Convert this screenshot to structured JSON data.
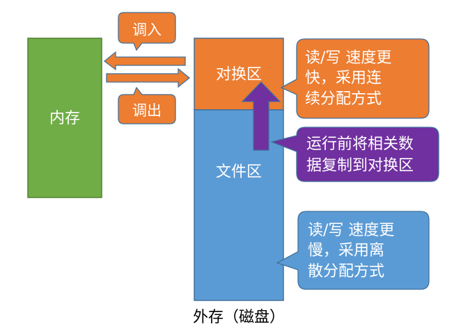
{
  "diagram": {
    "memory_label": "内存",
    "swap_label": "对换区",
    "file_label": "文件区",
    "disk_caption": "外存（磁盘）",
    "swap_in_label": "调入",
    "swap_out_label": "调出",
    "callout_swap": [
      "读/写 速度更",
      "快，采用连",
      "续分配方式"
    ],
    "callout_copy": [
      "运行前将相关数",
      "据复制到对换区"
    ],
    "callout_file": [
      "读/写 速度更",
      "慢，采用离",
      "散分配方式"
    ]
  },
  "colors": {
    "memory": "#70AD47",
    "swap": "#ED7D31",
    "file": "#5B9BD5",
    "copy_arrow": "#7030A0",
    "outline": "#41719C"
  }
}
